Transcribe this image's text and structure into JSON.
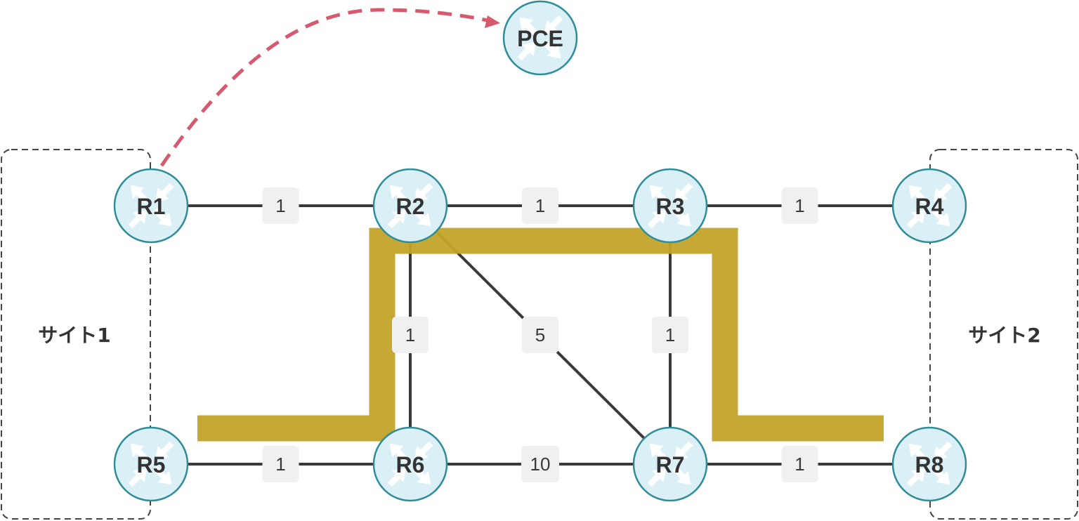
{
  "sites": [
    {
      "id": "site1",
      "label": "サイト1"
    },
    {
      "id": "site2",
      "label": "サイト2"
    }
  ],
  "routers": [
    {
      "id": "PCE",
      "label": "PCE"
    },
    {
      "id": "R1",
      "label": "R1"
    },
    {
      "id": "R2",
      "label": "R2"
    },
    {
      "id": "R3",
      "label": "R3"
    },
    {
      "id": "R4",
      "label": "R4"
    },
    {
      "id": "R5",
      "label": "R5"
    },
    {
      "id": "R6",
      "label": "R6"
    },
    {
      "id": "R7",
      "label": "R7"
    },
    {
      "id": "R8",
      "label": "R8"
    }
  ],
  "links": [
    {
      "from": "R1",
      "to": "R2",
      "metric": "1"
    },
    {
      "from": "R2",
      "to": "R3",
      "metric": "1"
    },
    {
      "from": "R3",
      "to": "R4",
      "metric": "1"
    },
    {
      "from": "R2",
      "to": "R6",
      "metric": "1"
    },
    {
      "from": "R2",
      "to": "R7",
      "metric": "5"
    },
    {
      "from": "R3",
      "to": "R7",
      "metric": "1"
    },
    {
      "from": "R5",
      "to": "R6",
      "metric": "1"
    },
    {
      "from": "R6",
      "to": "R7",
      "metric": "10"
    },
    {
      "from": "R7",
      "to": "R8",
      "metric": "1"
    }
  ],
  "highlighted_path": [
    "R5",
    "R6",
    "R2",
    "R3",
    "R7",
    "R8"
  ],
  "pce_request": {
    "from": "R1",
    "to": "PCE",
    "style": "dashed-arrow"
  },
  "colors": {
    "router_fill": "#daf0f6",
    "router_stroke": "#2e8d98",
    "path": "#c3a42a",
    "pce_arrow": "#d65a6e",
    "link": "#3a3a3a",
    "metric_box": "#f0f0f0"
  }
}
